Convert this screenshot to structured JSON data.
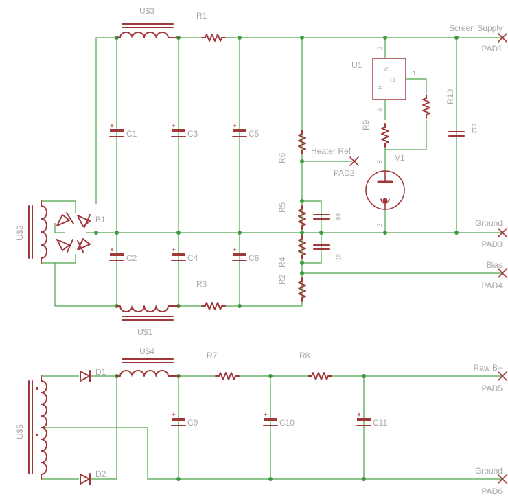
{
  "labels": {
    "us3": "U$3",
    "us1": "U$1",
    "us2": "U$2",
    "us4": "U$4",
    "us5": "U$5",
    "r1": "R1",
    "r2": "R2",
    "r3": "R3",
    "r4": "R4",
    "r5": "R5",
    "r6": "R6",
    "r7": "R7",
    "r8": "R8",
    "r9": "R9",
    "r10": "R10",
    "c1": "C1",
    "c2": "C2",
    "c3": "C3",
    "c4": "C4",
    "c5": "C5",
    "c6": "C6",
    "c7": "c7",
    "c8": "c8",
    "c9": "C9",
    "c10": "C10",
    "c11": "C11",
    "c12": "c12",
    "b1": "B1",
    "d1": "D1",
    "d2": "D2",
    "u1": "U1",
    "v1": "V1",
    "pad1": "PAD1",
    "pad2": "PAD2",
    "pad3": "PAD3",
    "pad4": "PAD4",
    "pad5": "PAD5",
    "pad6": "PAD6",
    "net_screen": "Screen Supply",
    "net_heater": "Heater Ref",
    "net_ground1": "Ground",
    "net_bias": "Bias",
    "net_rawb": "Raw B+",
    "net_ground2": "Ground"
  },
  "pins": {
    "u1_top": "2",
    "u1_right": "1",
    "u1_bottom": "3",
    "u1_a": "A",
    "u1_k": "K",
    "u1_g": "G",
    "v1_top": "5",
    "v1_bottom": "2"
  },
  "colors": {
    "wire": "#4aa34a",
    "part": "#a0383a",
    "junction": "#3d9a3d",
    "text": "#a8a8a8"
  }
}
